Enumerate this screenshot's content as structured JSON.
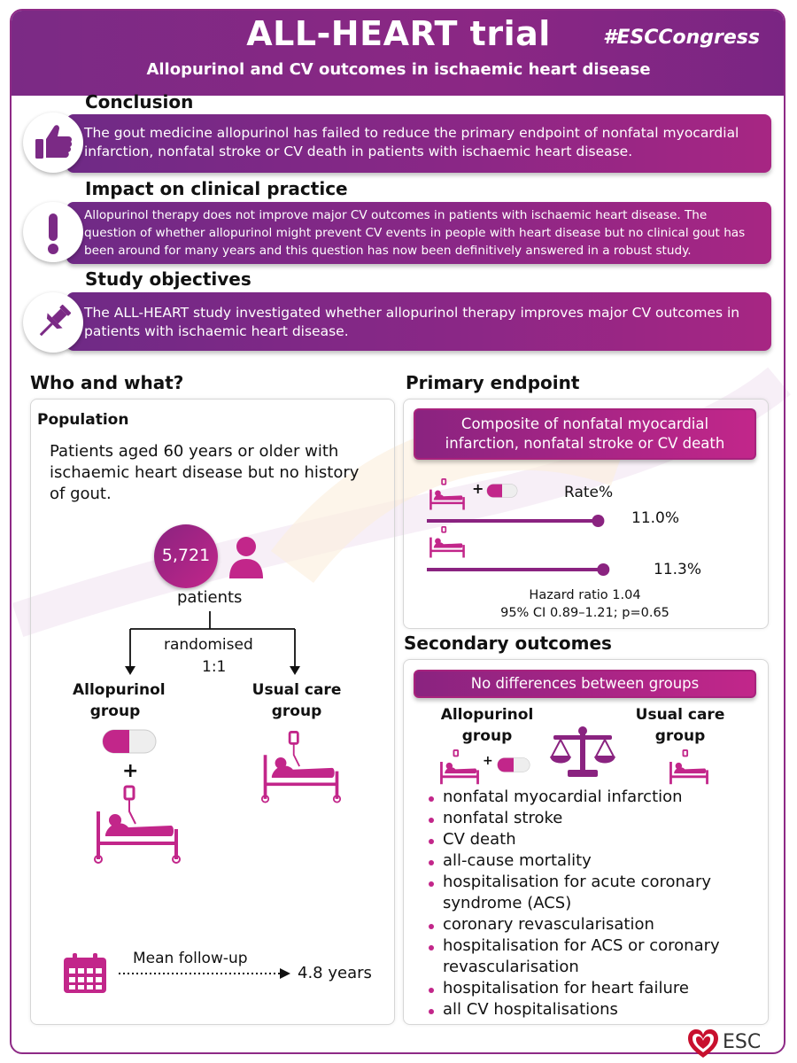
{
  "header": {
    "title": "ALL-HEART trial",
    "hashtag": "#ESCCongress",
    "subtitle": "Allopurinol and CV outcomes in ischaemic heart disease"
  },
  "conclusion": {
    "heading": "Conclusion",
    "icon": "thumbs-up-icon",
    "text": "The gout medicine allopurinol has failed to reduce the primary endpoint of nonfatal myocardial infarction, nonfatal stroke or CV death in patients with ischaemic heart disease."
  },
  "impact": {
    "heading": "Impact on clinical practice",
    "icon": "exclamation-icon",
    "text": "Allopurinol therapy does not improve major CV outcomes in patients with ischaemic heart disease. The question of whether allopurinol might prevent CV events in people with heart disease but no clinical gout has been around for many years and this question has now been definitively answered in a robust study."
  },
  "objectives": {
    "heading": "Study objectives",
    "icon": "pin-icon",
    "text": "The ALL-HEART study investigated whether allopurinol therapy improves major CV outcomes in patients with ischaemic heart disease."
  },
  "who": {
    "heading": "Who and what?",
    "population_label": "Population",
    "population_text": "Patients aged 60 years or older with ischaemic heart disease but no history of gout.",
    "count": "5,721",
    "count_label": "patients",
    "randomised": "randomised",
    "ratio": "1:1",
    "group_a": "Allopurinol group",
    "group_b": "Usual care group",
    "plus": "+",
    "followup_label": "Mean follow-up",
    "followup_value": "4.8 years"
  },
  "primary": {
    "heading": "Primary endpoint",
    "box_text": "Composite of nonfatal myocardial infarction, nonfatal stroke or CV death",
    "rate_label": "Rate%",
    "plus": "+",
    "rate_allopurinol": "11.0%",
    "rate_usual": "11.3%",
    "rate_allopurinol_value": 11.0,
    "rate_usual_value": 11.3,
    "hr": "Hazard ratio 1.04",
    "ci": "95% CI 0.89–1.21; p=0.65"
  },
  "secondary": {
    "heading": "Secondary outcomes",
    "box_text": "No differences between groups",
    "group_a": "Allopurinol group",
    "group_b": "Usual care group",
    "plus": "+",
    "items": [
      "nonfatal myocardial infarction",
      "nonfatal stroke",
      "CV death",
      "all-cause mortality",
      "hospitalisation for acute coronary syndrome (ACS)",
      "coronary revascularisation",
      "hospitalisation for ACS or coronary revascularisation",
      "hospitalisation for heart failure",
      "all CV hospitalisations"
    ]
  },
  "footer": {
    "logo_text": "ESC"
  },
  "colors": {
    "purple": "#7b2a85",
    "magenta": "#c2268a",
    "pink": "#e0389a"
  }
}
